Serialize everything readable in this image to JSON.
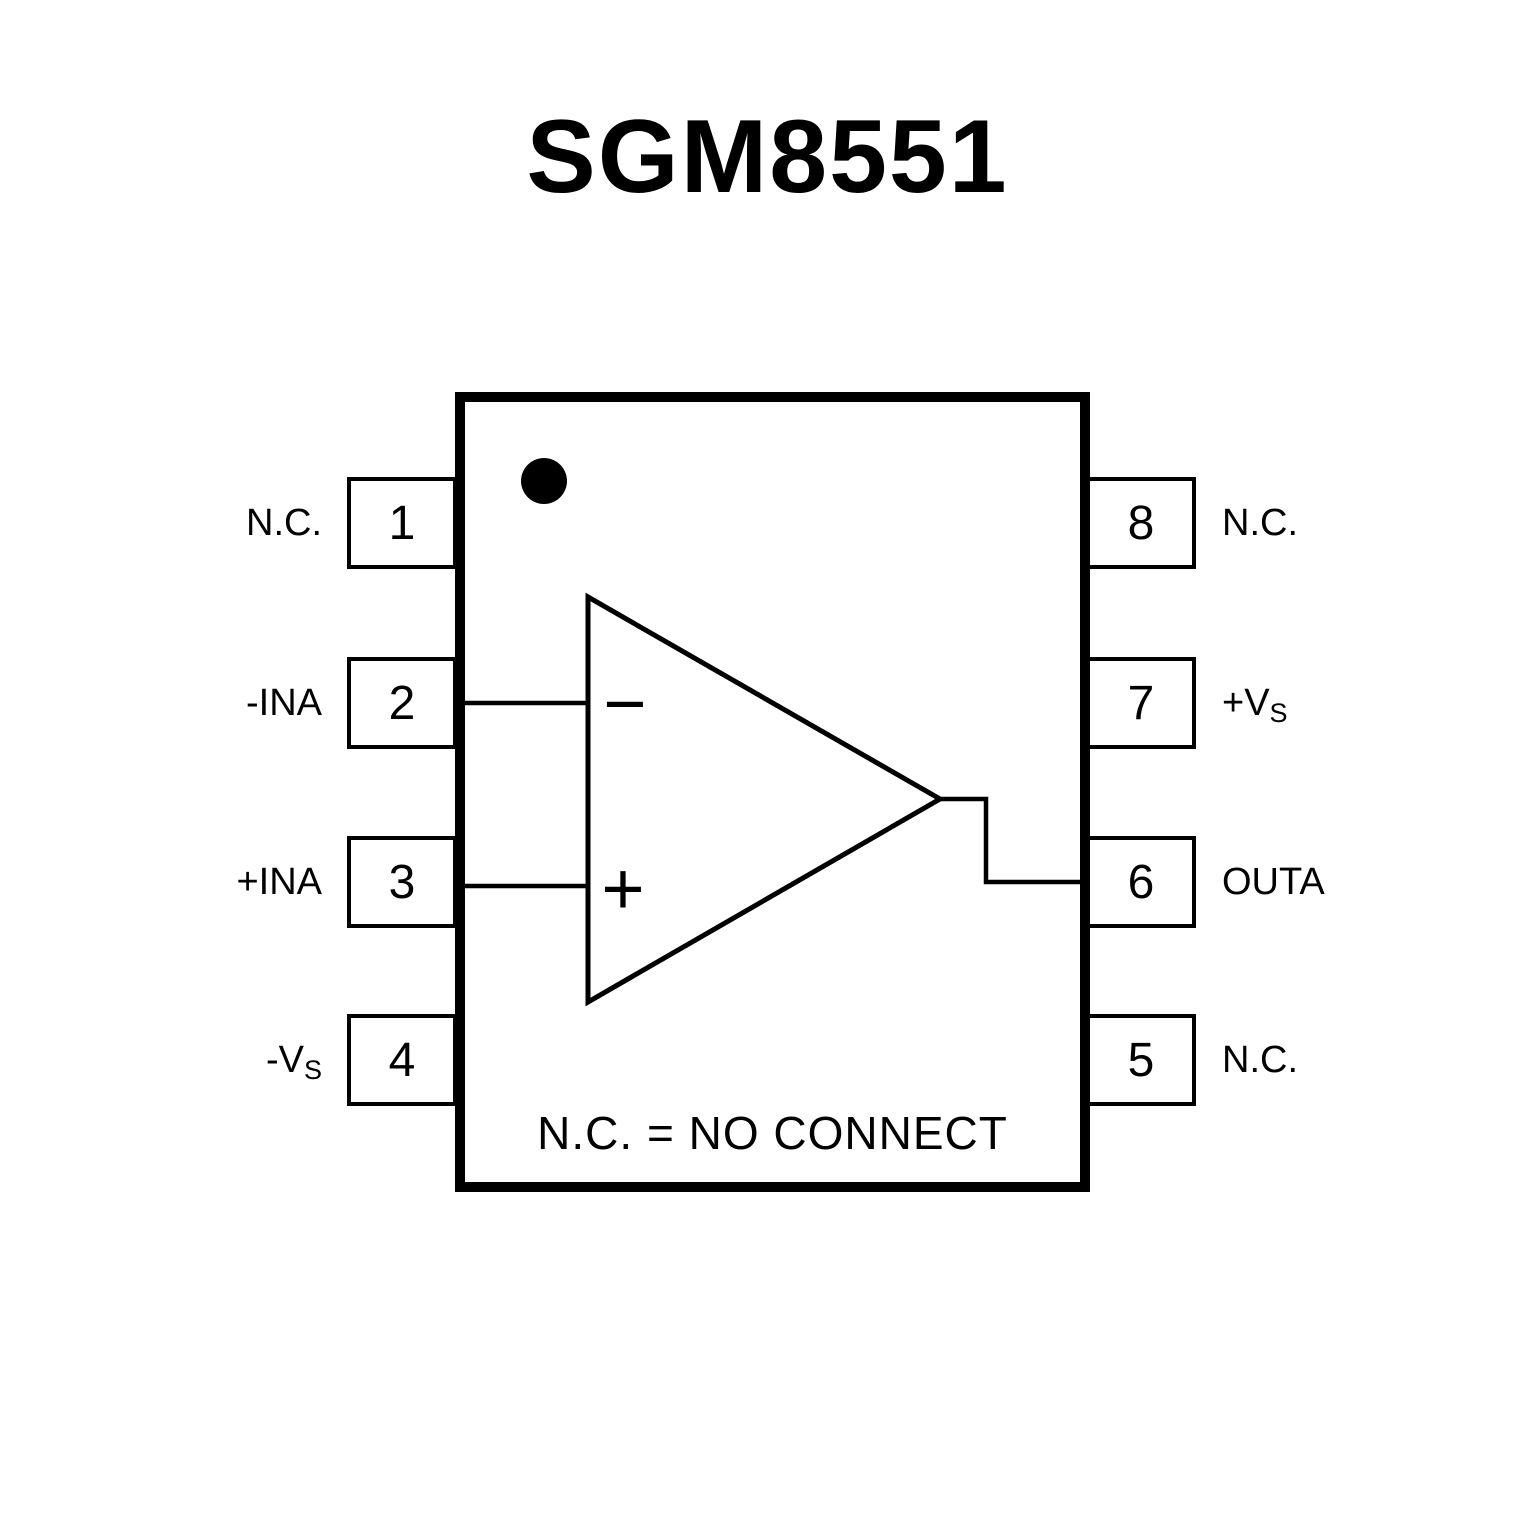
{
  "title": "SGM8551",
  "colors": {
    "ink": "#000000",
    "background": "#ffffff"
  },
  "chip": {
    "note": "N.C. = NO CONNECT",
    "opamp": {
      "inverting_sign": "−",
      "noninverting_sign": "+"
    }
  },
  "pins": {
    "left": [
      {
        "number": "1",
        "label": "N.C.",
        "label_sub": ""
      },
      {
        "number": "2",
        "label": "-INA",
        "label_sub": ""
      },
      {
        "number": "3",
        "label": "+INA",
        "label_sub": ""
      },
      {
        "number": "4",
        "label": "-V",
        "label_sub": "S"
      }
    ],
    "right": [
      {
        "number": "8",
        "label": "N.C.",
        "label_sub": ""
      },
      {
        "number": "7",
        "label": "+V",
        "label_sub": "S"
      },
      {
        "number": "6",
        "label": "OUTA",
        "label_sub": ""
      },
      {
        "number": "5",
        "label": "N.C.",
        "label_sub": ""
      }
    ]
  }
}
